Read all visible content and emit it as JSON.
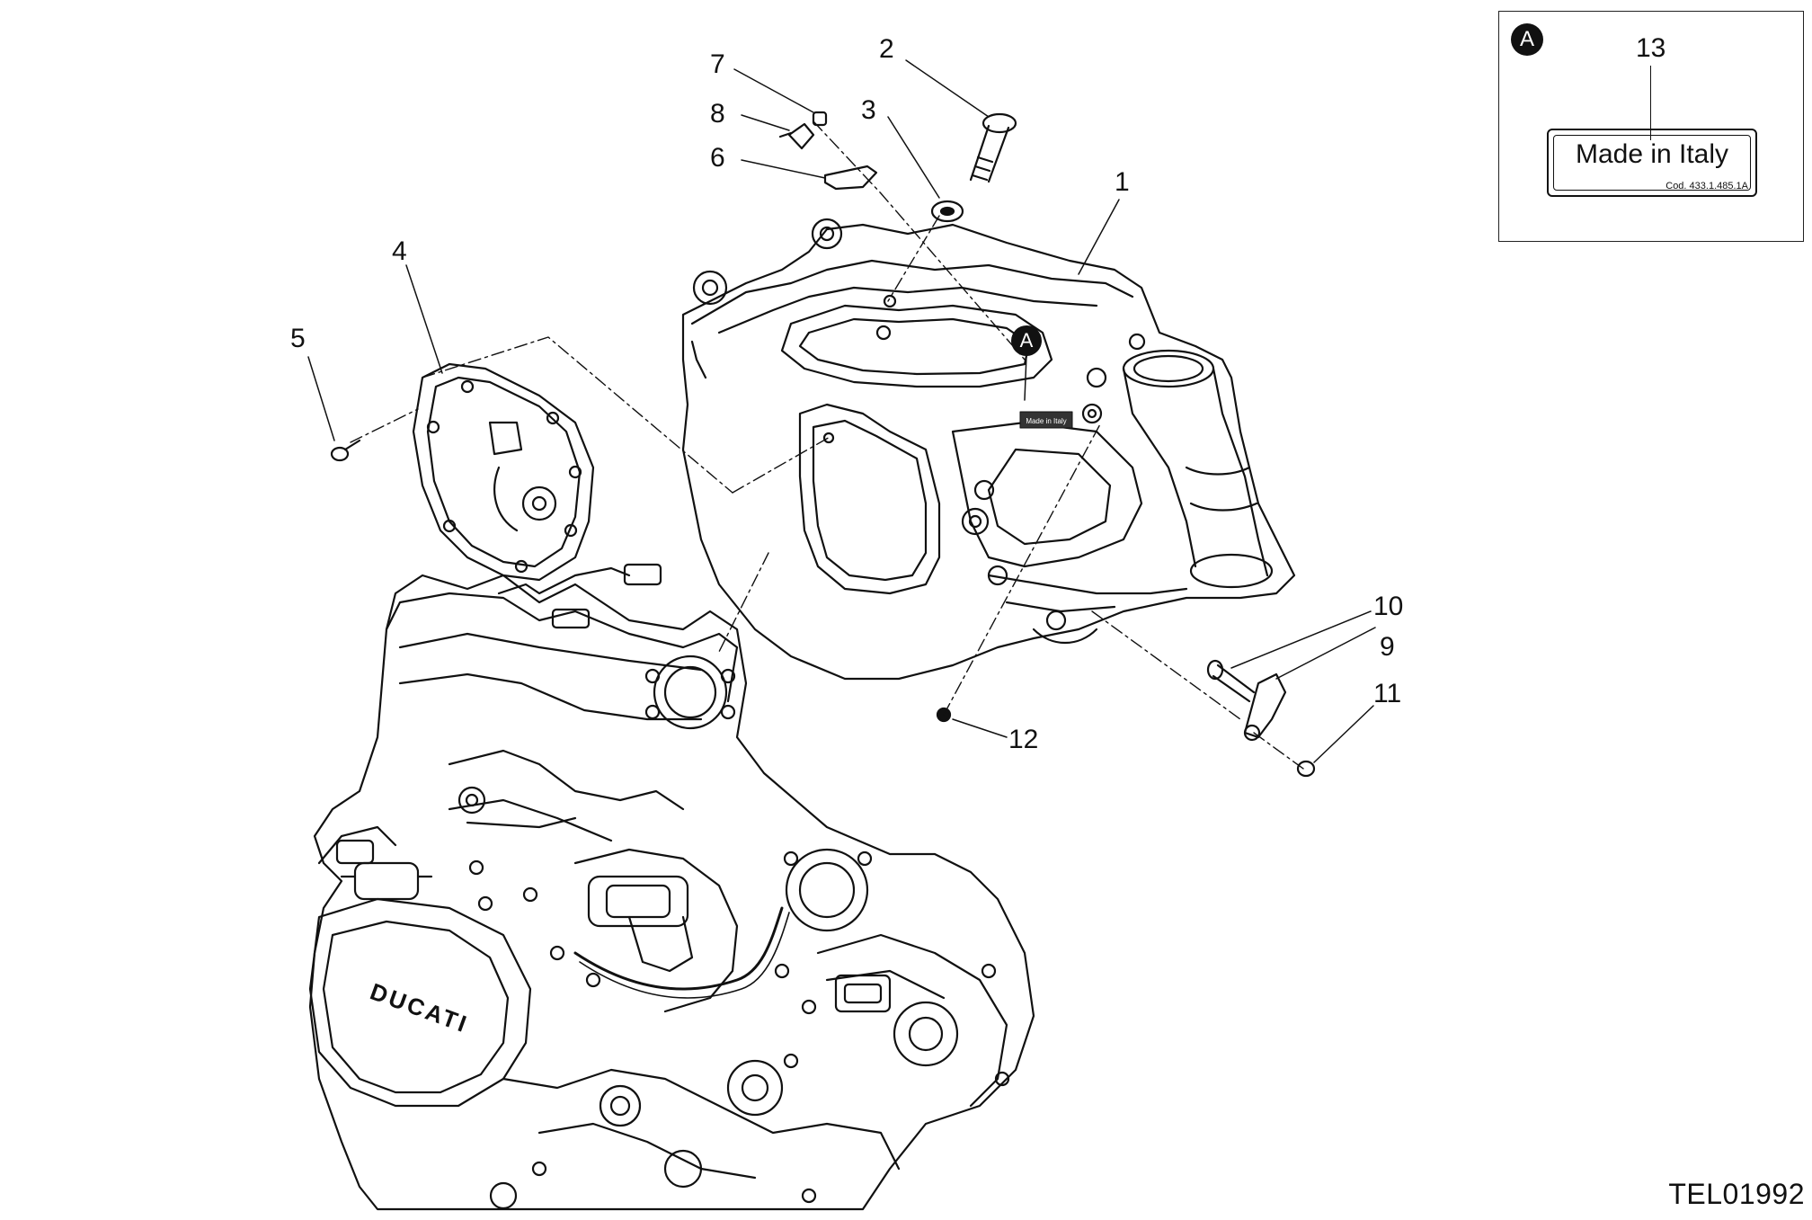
{
  "diagram": {
    "callouts": [
      {
        "id": "1",
        "text": "1"
      },
      {
        "id": "2",
        "text": "2"
      },
      {
        "id": "3",
        "text": "3"
      },
      {
        "id": "4",
        "text": "4"
      },
      {
        "id": "5",
        "text": "5"
      },
      {
        "id": "6",
        "text": "6"
      },
      {
        "id": "7",
        "text": "7"
      },
      {
        "id": "8",
        "text": "8"
      },
      {
        "id": "9",
        "text": "9"
      },
      {
        "id": "10",
        "text": "10"
      },
      {
        "id": "11",
        "text": "11"
      },
      {
        "id": "12",
        "text": "12"
      }
    ],
    "detail": {
      "marker": "A",
      "callout": "13",
      "label_text": "Made in Italy",
      "label_code": "Cod. 433.1.485.1A"
    },
    "frame_marker": "A",
    "frame_plate_text": "Made in Italy",
    "engine_logo": "DUCATI",
    "reference_code": "TEL01992"
  }
}
